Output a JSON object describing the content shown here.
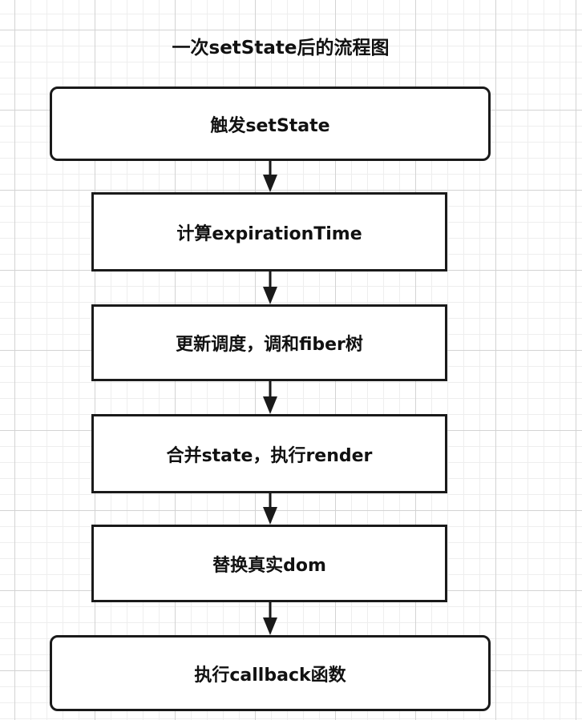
{
  "title": "一次setState后的流程图",
  "steps": [
    {
      "label": "触发setState"
    },
    {
      "label": "计算expirationTime"
    },
    {
      "label": "更新调度，调和fiber树"
    },
    {
      "label": "合并state，执行render"
    },
    {
      "label": "替换真实dom"
    },
    {
      "label": "执行callback函数"
    }
  ],
  "colors": {
    "stroke": "#1a1a1a",
    "grid_major": "#d3d3d3",
    "grid_minor": "#eeeeee"
  }
}
